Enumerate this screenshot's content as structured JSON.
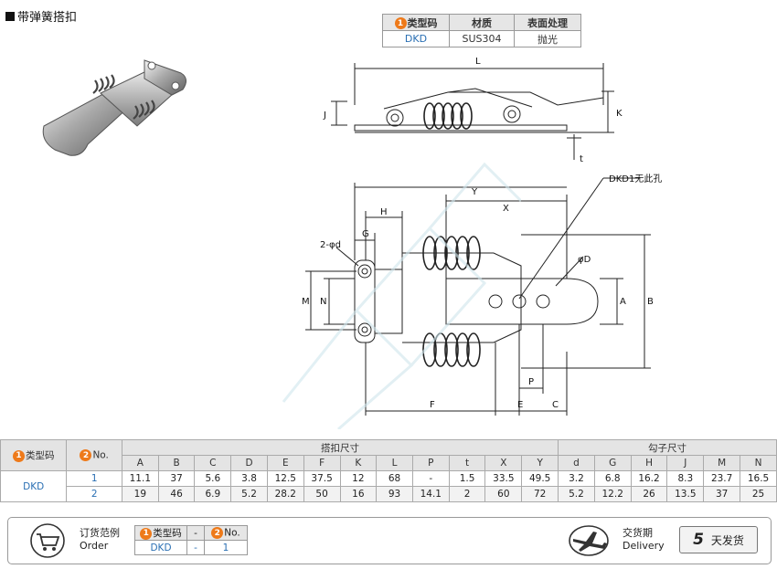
{
  "title": "带弹簧搭扣",
  "material_table": {
    "headers": {
      "num": "1",
      "type_code": "类型码",
      "material": "材质",
      "surface": "表面处理"
    },
    "row": {
      "type_code": "DKD",
      "material": "SUS304",
      "surface": "抛光"
    }
  },
  "drawing_labels": {
    "L": "L",
    "J": "J",
    "K": "K",
    "t": "t",
    "Y": "Y",
    "X": "X",
    "H": "H",
    "G": "G",
    "hole_dia": "2-φd",
    "hole_note": "DKD1无此孔",
    "phiD": "φD",
    "M": "M",
    "N": "N",
    "A": "A",
    "B": "B",
    "P": "P",
    "F": "F",
    "E": "E",
    "C": "C"
  },
  "dims_table": {
    "header": {
      "num1": "1",
      "type_code": "类型码",
      "num2": "2",
      "no": "No.",
      "group_latch": "搭扣尺寸",
      "group_hook": "勾子尺寸"
    },
    "columns": [
      "A",
      "B",
      "C",
      "D",
      "E",
      "F",
      "K",
      "L",
      "P",
      "t",
      "X",
      "Y",
      "d",
      "G",
      "H",
      "J",
      "M",
      "N"
    ],
    "type_code": "DKD",
    "rows": [
      {
        "no": "1",
        "values": [
          "11.1",
          "37",
          "5.6",
          "3.8",
          "12.5",
          "37.5",
          "12",
          "68",
          "-",
          "1.5",
          "33.5",
          "49.5",
          "3.2",
          "6.8",
          "16.2",
          "8.3",
          "23.7",
          "16.5"
        ]
      },
      {
        "no": "2",
        "values": [
          "19",
          "46",
          "6.9",
          "5.2",
          "28.2",
          "50",
          "16",
          "93",
          "14.1",
          "2",
          "60",
          "72",
          "5.2",
          "12.2",
          "26",
          "13.5",
          "37",
          "25"
        ]
      }
    ]
  },
  "order": {
    "label_cn": "订货范例",
    "label_en": "Order",
    "num1": "1",
    "type_code": "类型码",
    "dash": "-",
    "num2": "2",
    "no": "No.",
    "example_type": "DKD",
    "example_no": "1"
  },
  "delivery": {
    "label_cn": "交货期",
    "label_en": "Delivery",
    "days": "5",
    "unit": "天发货"
  },
  "colors": {
    "accent_orange": "#ee7a1a",
    "value_blue": "#2a6fb3",
    "header_gray": "#e4e4e4"
  }
}
